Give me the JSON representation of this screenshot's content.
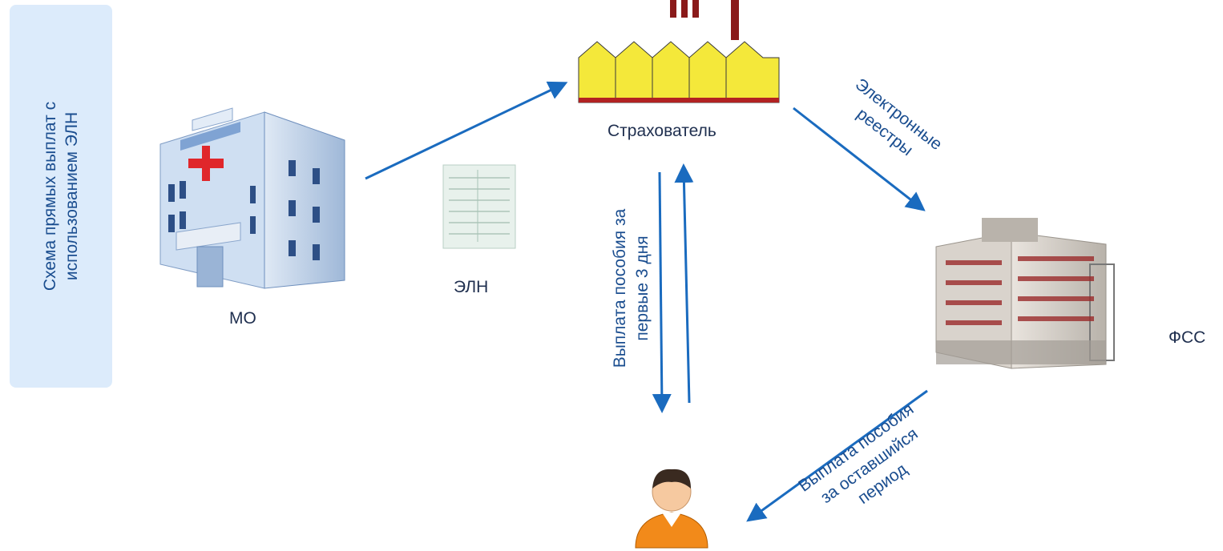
{
  "side_title": {
    "line1": "Схема прямых выплат с",
    "line2": "использованием ЭЛН"
  },
  "nodes": {
    "mo": "МО",
    "eln": "ЭЛН",
    "insurer": "Страхователь",
    "fss": "ФСС"
  },
  "arrows": {
    "registries_line1": "Электронные",
    "registries_line2": "реестры",
    "first3_line1": "Выплата пособия за",
    "first3_line2": "первые 3 дня",
    "rest_line1": "Выплата пособия",
    "rest_line2": "за оставшийся",
    "rest_line3": "период"
  },
  "colors": {
    "arrow": "#1a6bbf",
    "panel": "#dcebfb",
    "text": "#1a4d8f"
  }
}
